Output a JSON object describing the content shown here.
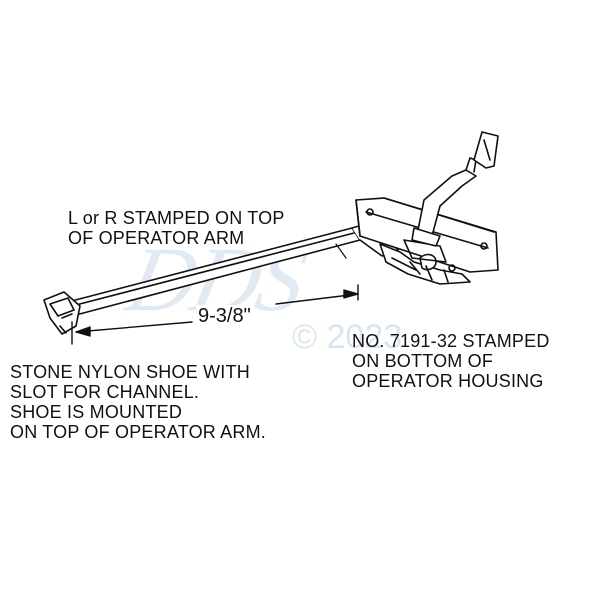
{
  "labels": {
    "arm_stamp": [
      "L or R STAMPED ON TOP",
      "OF OPERATOR ARM"
    ],
    "dimension": "9-3/8\"",
    "housing_stamp": [
      "NO. 7191-32 STAMPED",
      "ON BOTTOM OF",
      "OPERATOR HOUSING"
    ],
    "shoe_note": [
      "STONE NYLON SHOE WITH",
      "SLOT FOR CHANNEL.",
      "SHOE IS MOUNTED",
      "ON TOP OF OPERATOR ARM."
    ]
  },
  "watermark": {
    "text": "DDS",
    "copyright": "© 2023"
  },
  "colors": {
    "line": "#111111",
    "watermark": "#8fb3d3",
    "background": "#ffffff"
  }
}
